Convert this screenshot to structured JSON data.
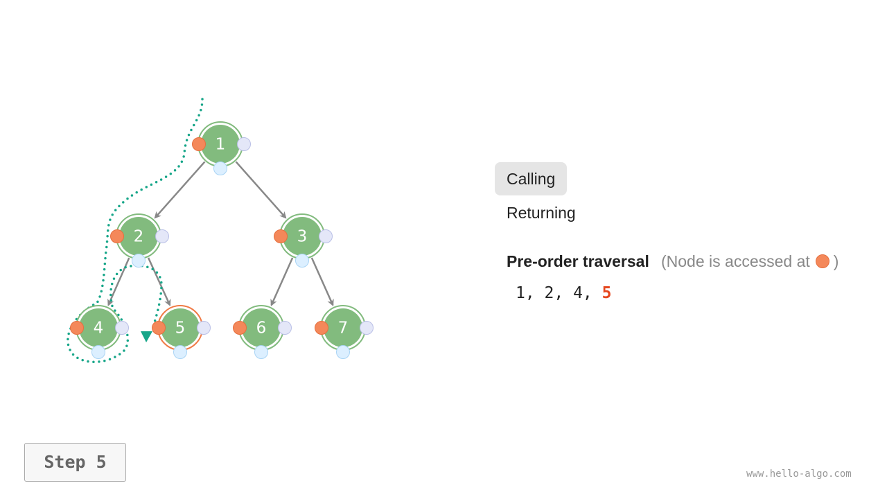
{
  "tree": {
    "nodes": [
      {
        "id": 1,
        "label": "1"
      },
      {
        "id": 2,
        "label": "2"
      },
      {
        "id": 3,
        "label": "3"
      },
      {
        "id": 4,
        "label": "4"
      },
      {
        "id": 5,
        "label": "5"
      },
      {
        "id": 6,
        "label": "6"
      },
      {
        "id": 7,
        "label": "7"
      }
    ],
    "edges": [
      [
        1,
        2
      ],
      [
        1,
        3
      ],
      [
        2,
        4
      ],
      [
        2,
        5
      ],
      [
        3,
        6
      ],
      [
        3,
        7
      ]
    ],
    "current_node": 5
  },
  "modes": {
    "calling": "Calling",
    "returning": "Returning",
    "active": "Calling"
  },
  "traversal": {
    "title": "Pre-order traversal",
    "note_before": "(Node is accessed at",
    "note_after": ")",
    "visited_prefix": "1, 2, 4, ",
    "current": "5"
  },
  "step": "Step 5",
  "watermark": "www.hello-algo.com",
  "colors": {
    "node_fill": "#82bb7e",
    "node_ring": "#82bb7e",
    "current_ring": "#f07a45",
    "access_dot": "#f4885a",
    "return_dot": "#e4e7f8",
    "bottom_dot": "#dcefff",
    "edge": "#888888",
    "path": "#17a689",
    "current_text": "#e5471f"
  }
}
